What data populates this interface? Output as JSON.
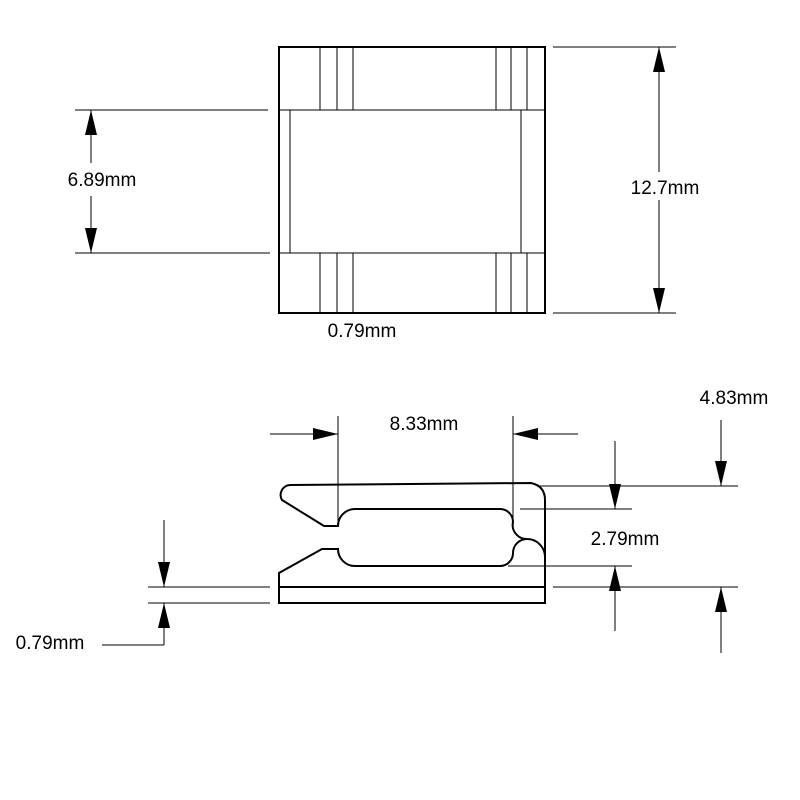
{
  "colors": {
    "line": "#000000",
    "background": "#ffffff"
  },
  "dimensions": {
    "top_left_height": "6.89mm",
    "top_total_height": "12.7mm",
    "top_slot_width": "0.79mm",
    "bottom_inner_width": "8.33mm",
    "bottom_total_height": "4.83mm",
    "bottom_inner_height": "2.79mm",
    "bottom_base_thickness": "0.79mm"
  }
}
